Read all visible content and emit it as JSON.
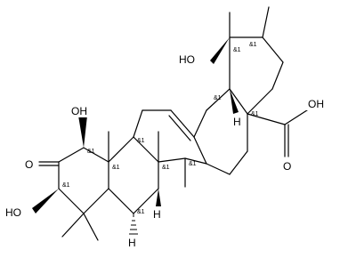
{
  "atom_labels": {
    "oh_c19": "HO",
    "oh_c1": "OH",
    "o_c2": "O",
    "oh_c3": "HO",
    "cooh": "OH",
    "co_o": "O",
    "h_c18": "H",
    "h_c9": "H",
    "h_c5": "H"
  },
  "stereo_labels": {
    "c20": "&1",
    "c19": "&1",
    "c18": "&1",
    "c17": "&1",
    "c1": "&1",
    "c10": "&1",
    "c9": "&1",
    "c8": "&1",
    "c14": "&1",
    "c3": "&1",
    "c5": "&1"
  }
}
